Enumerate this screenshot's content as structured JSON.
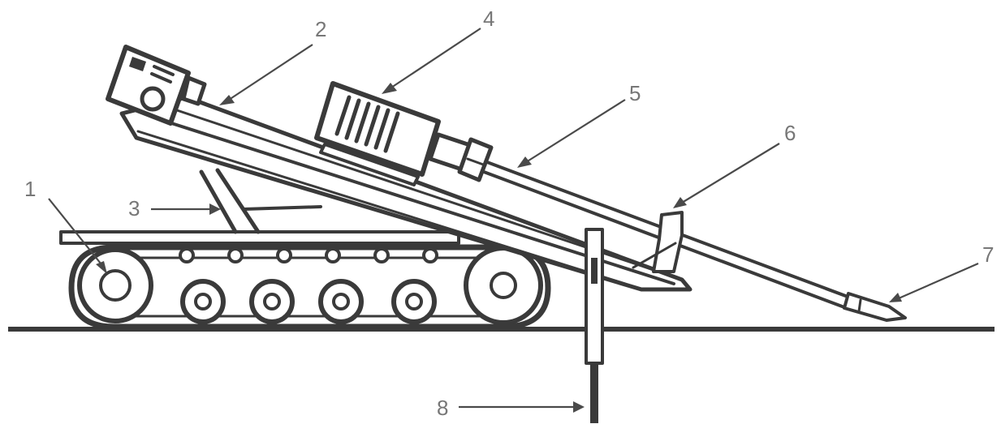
{
  "diagram": {
    "callouts": {
      "c1": "1",
      "c2": "2",
      "c3": "3",
      "c4": "4",
      "c5": "5",
      "c6": "6",
      "c7": "7",
      "c8": "8"
    },
    "colors": {
      "ink": "#3a3a3a",
      "label": "#777777",
      "background": "#ffffff"
    }
  }
}
